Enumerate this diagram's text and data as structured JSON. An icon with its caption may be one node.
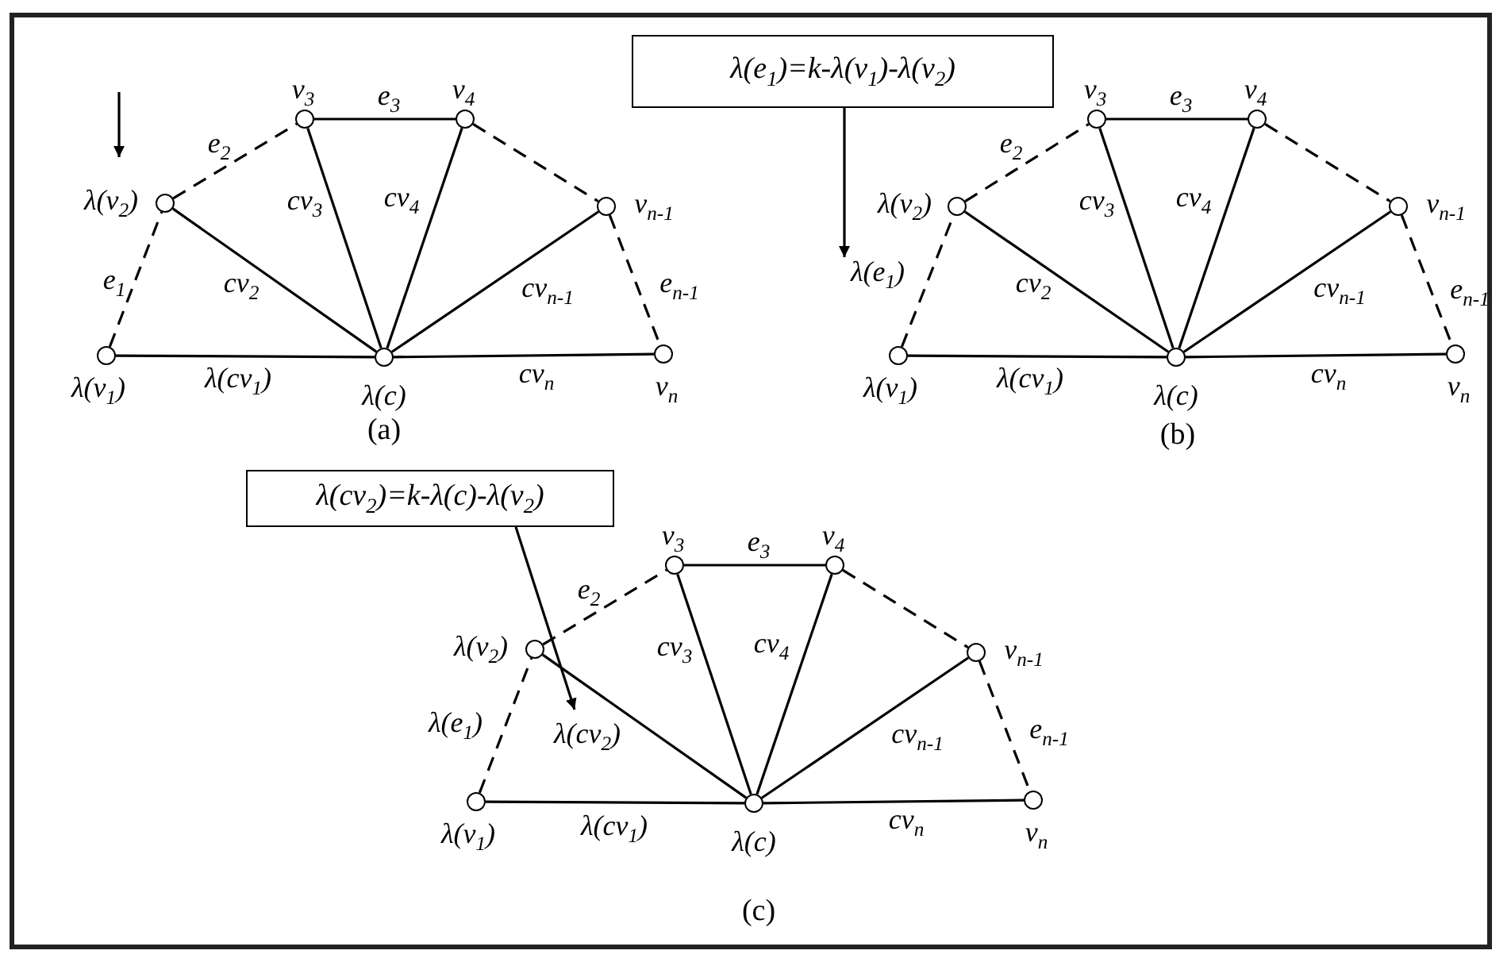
{
  "diagram": {
    "nodes": [
      {
        "text": [],
        "shape": "circle",
        "beside": [
          "λ(v$_{1}$)"
        ]
      },
      {
        "text": [],
        "shape": "circle",
        "beside": [
          "λ(v$_{2}$)"
        ]
      },
      {
        "text": [],
        "shape": "circle",
        "beside": [
          "v$_{3}$"
        ]
      },
      {
        "text": [],
        "shape": "circle",
        "beside": [
          "v$_{4}$"
        ]
      },
      {
        "text": [],
        "shape": "circle",
        "beside": [
          "v$_{n-1}$"
        ]
      },
      {
        "text": [],
        "shape": "circle",
        "beside": [
          "v$_{n}$"
        ]
      },
      {
        "text": [],
        "shape": "circle",
        "beside": [
          "λ(c)"
        ]
      },
      {
        "text": [
          "λ(e$_{1}$)=k-λ(v$_{1}$)-λ(v$_{2}$)"
        ]
      },
      {
        "text": [],
        "shape": "circle",
        "beside": [
          "λ(v$_{1}$)"
        ]
      },
      {
        "text": [],
        "shape": "circle",
        "beside": [
          "λ(v$_{2}$)"
        ]
      },
      {
        "text": [],
        "shape": "circle",
        "beside": [
          "v$_{3}$"
        ]
      },
      {
        "text": [],
        "shape": "circle",
        "beside": [
          "v$_{4}$"
        ]
      },
      {
        "text": [],
        "shape": "circle",
        "beside": [
          "v$_{n-1}$"
        ]
      },
      {
        "text": [],
        "shape": "circle",
        "beside": [
          "v$_{n}$"
        ]
      },
      {
        "text": [],
        "shape": "circle",
        "beside": [
          "λ(c)"
        ]
      },
      {
        "text": [
          "λ(cv$_{2}$)=k-λ(c)-λ(v$_{2}$)"
        ]
      },
      {
        "text": [],
        "shape": "circle",
        "beside": [
          "λ(v$_{1}$)"
        ]
      },
      {
        "text": [],
        "shape": "circle",
        "beside": [
          "λ(v$_{2}$)"
        ]
      },
      {
        "text": [],
        "shape": "circle",
        "beside": [
          "v$_{3}$"
        ]
      },
      {
        "text": [],
        "shape": "circle",
        "beside": [
          "v$_{4}$"
        ]
      },
      {
        "text": [],
        "shape": "circle",
        "beside": [
          "v$_{n-1}$"
        ]
      },
      {
        "text": [],
        "shape": "circle",
        "beside": [
          "v$_{n}$"
        ]
      },
      {
        "text": [],
        "shape": "circle",
        "beside": [
          "λ(c)"
        ]
      }
    ],
    "edges": [
      {
        "from": 0,
        "to": 1,
        "arrow": "none",
        "style": "dashed",
        "label": "e$_{1}$"
      },
      {
        "from": 1,
        "to": 2,
        "arrow": "none",
        "style": "dashed",
        "label": "e$_{2}$"
      },
      {
        "from": 2,
        "to": 3,
        "arrow": "none",
        "label": "e$_{3}$"
      },
      {
        "from": 3,
        "to": 4,
        "arrow": "none",
        "style": "dashed"
      },
      {
        "from": 4,
        "to": 5,
        "arrow": "none",
        "style": "dashed",
        "label": "e$_{n-1}$"
      },
      {
        "from": 6,
        "to": 0,
        "arrow": "none",
        "label": "λ(cv$_{1}$)"
      },
      {
        "from": 6,
        "to": 1,
        "arrow": "none",
        "label": "cv$_{2}$"
      },
      {
        "from": 6,
        "to": 2,
        "arrow": "none",
        "label": "cv$_{3}$"
      },
      {
        "from": 6,
        "to": 3,
        "arrow": "none",
        "label": "cv$_{4}$"
      },
      {
        "from": 6,
        "to": 4,
        "arrow": "none",
        "label": "cv$_{n-1}$"
      },
      {
        "from": 6,
        "to": 5,
        "arrow": "none",
        "label": "cv$_{n}$"
      },
      {
        "from": null,
        "to": 1,
        "arrow": "to"
      },
      {
        "from": 7,
        "to": null,
        "arrow": "to"
      },
      {
        "from": 8,
        "to": 9,
        "arrow": "none",
        "style": "dashed",
        "label": "λ(e$_{1}$)"
      },
      {
        "from": 9,
        "to": 10,
        "arrow": "none",
        "style": "dashed",
        "label": "e$_{2}$"
      },
      {
        "from": 10,
        "to": 11,
        "arrow": "none",
        "label": "e$_{3}$"
      },
      {
        "from": 11,
        "to": 12,
        "arrow": "none",
        "style": "dashed"
      },
      {
        "from": 12,
        "to": 13,
        "arrow": "none",
        "style": "dashed",
        "label": "e$_{n-1}$"
      },
      {
        "from": 14,
        "to": 8,
        "arrow": "none",
        "label": "λ(cv$_{1}$)"
      },
      {
        "from": 14,
        "to": 9,
        "arrow": "none",
        "label": "cv$_{2}$"
      },
      {
        "from": 14,
        "to": 10,
        "arrow": "none",
        "label": "cv$_{3}$"
      },
      {
        "from": 14,
        "to": 11,
        "arrow": "none",
        "label": "cv$_{4}$"
      },
      {
        "from": 14,
        "to": 12,
        "arrow": "none",
        "label": "cv$_{n-1}$"
      },
      {
        "from": 14,
        "to": 13,
        "arrow": "none",
        "label": "cv$_{n}$"
      },
      {
        "from": 15,
        "to": null,
        "arrow": "to"
      },
      {
        "from": 16,
        "to": 17,
        "arrow": "none",
        "style": "dashed",
        "label": "λ(e$_{1}$)"
      },
      {
        "from": 17,
        "to": 18,
        "arrow": "none",
        "style": "dashed",
        "label": "e$_{2}$"
      },
      {
        "from": 18,
        "to": 19,
        "arrow": "none",
        "label": "e$_{3}$"
      },
      {
        "from": 19,
        "to": 20,
        "arrow": "none",
        "style": "dashed"
      },
      {
        "from": 20,
        "to": 21,
        "arrow": "none",
        "style": "dashed",
        "label": "e$_{n-1}$"
      },
      {
        "from": 22,
        "to": 16,
        "arrow": "none",
        "label": "λ(cv$_{1}$)"
      },
      {
        "from": 22,
        "to": 17,
        "arrow": "none",
        "label": "λ(cv$_{2}$)"
      },
      {
        "from": 22,
        "to": 18,
        "arrow": "none",
        "label": "cv$_{3}$"
      },
      {
        "from": 22,
        "to": 19,
        "arrow": "none",
        "label": "cv$_{4}$"
      },
      {
        "from": 22,
        "to": 20,
        "arrow": "none",
        "label": "cv$_{n-1}$"
      },
      {
        "from": 22,
        "to": 21,
        "arrow": "none",
        "label": "cv$_{n}$"
      }
    ],
    "labels": [
      "(a)",
      "(b)",
      "(c)"
    ]
  }
}
